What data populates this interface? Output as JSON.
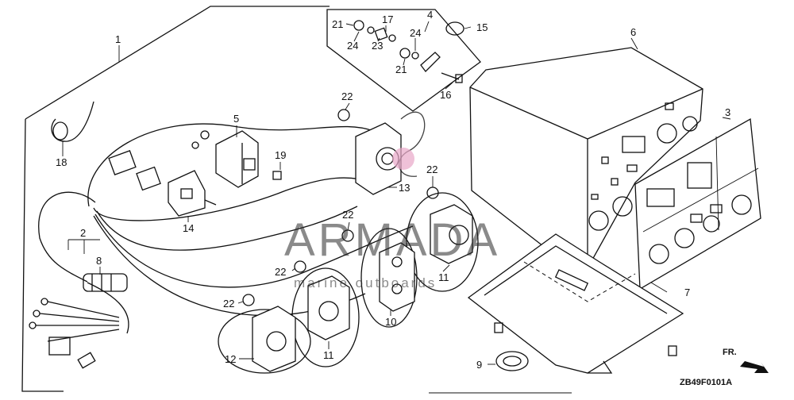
{
  "diagram": {
    "code": "ZB49F0101A",
    "direction_label": "FR.",
    "watermark": {
      "brand": "ARMADA",
      "tagline": "marine outboards",
      "accent_color": "#e8a6c8"
    },
    "callouts": [
      {
        "id": "c1",
        "label": "1"
      },
      {
        "id": "c2",
        "label": "2"
      },
      {
        "id": "c3",
        "label": "3"
      },
      {
        "id": "c4",
        "label": "4"
      },
      {
        "id": "c5",
        "label": "5"
      },
      {
        "id": "c6",
        "label": "6"
      },
      {
        "id": "c7",
        "label": "7"
      },
      {
        "id": "c8",
        "label": "8"
      },
      {
        "id": "c9",
        "label": "9"
      },
      {
        "id": "c10",
        "label": "10"
      },
      {
        "id": "c11a",
        "label": "11"
      },
      {
        "id": "c11b",
        "label": "11"
      },
      {
        "id": "c12",
        "label": "12"
      },
      {
        "id": "c13",
        "label": "13"
      },
      {
        "id": "c14",
        "label": "14"
      },
      {
        "id": "c15",
        "label": "15"
      },
      {
        "id": "c16",
        "label": "16"
      },
      {
        "id": "c17",
        "label": "17"
      },
      {
        "id": "c18",
        "label": "18"
      },
      {
        "id": "c19",
        "label": "19"
      },
      {
        "id": "c21a",
        "label": "21"
      },
      {
        "id": "c21b",
        "label": "21"
      },
      {
        "id": "c22a",
        "label": "22"
      },
      {
        "id": "c22b",
        "label": "22"
      },
      {
        "id": "c22c",
        "label": "22"
      },
      {
        "id": "c22d",
        "label": "22"
      },
      {
        "id": "c22e",
        "label": "22"
      },
      {
        "id": "c23",
        "label": "23"
      },
      {
        "id": "c24a",
        "label": "24"
      },
      {
        "id": "c24b",
        "label": "24"
      }
    ]
  }
}
